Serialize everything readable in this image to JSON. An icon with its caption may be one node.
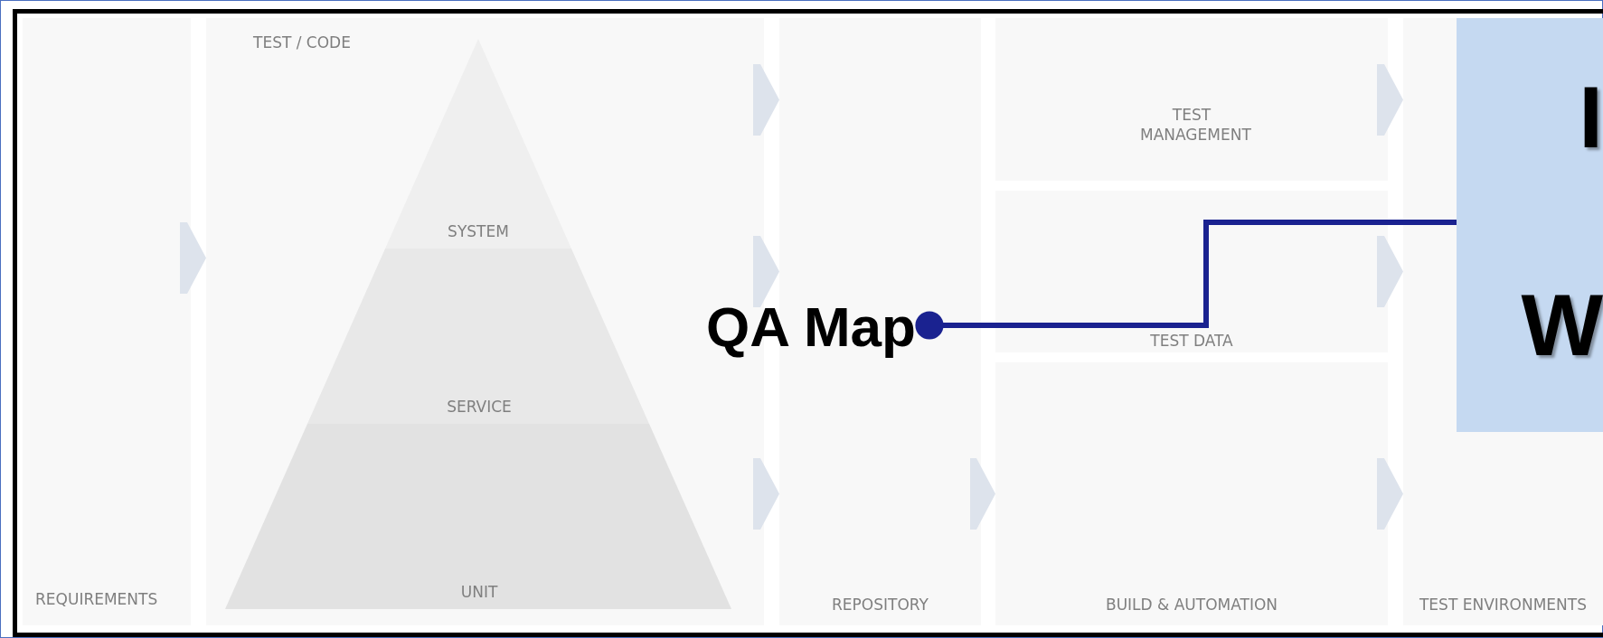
{
  "diagram": {
    "nodes": [
      {
        "text": [
          "REQUIREMENTS"
        ]
      },
      {
        "text": [
          "TEST / CODE"
        ]
      },
      {
        "text": [
          "SYSTEM"
        ],
        "in": 1
      },
      {
        "text": [
          "SERVICE"
        ],
        "in": 1
      },
      {
        "text": [
          "UNIT"
        ],
        "in": 1
      },
      {
        "text": [
          "REPOSITORY"
        ]
      },
      {
        "text": [
          "TEST MANAGEMENT"
        ]
      },
      {
        "text": [
          "TEST DATA"
        ]
      },
      {
        "text": [
          "BUILD & AUTOMATION"
        ]
      },
      {
        "text": [
          "TEST ENVIRONMENTS"
        ]
      },
      {
        "text": [
          "QA Map"
        ]
      },
      {
        "text": [
          "I",
          "W"
        ],
        "in": 9
      }
    ],
    "edges": [
      {
        "from": 0,
        "to": 1,
        "arrow": "to"
      },
      {
        "from": 1,
        "to": 5,
        "arrow": "to"
      },
      {
        "from": 1,
        "to": 5,
        "arrow": "to"
      },
      {
        "from": 1,
        "to": 5,
        "arrow": "to"
      },
      {
        "from": 5,
        "to": 8,
        "arrow": "to"
      },
      {
        "from": 6,
        "to": 9,
        "arrow": "to"
      },
      {
        "from": 7,
        "to": 9,
        "arrow": "to"
      },
      {
        "from": 8,
        "to": 9,
        "arrow": "to"
      },
      {
        "from": 10,
        "to": 11,
        "arrow": "other",
        "color": "#1a2290"
      }
    ]
  }
}
